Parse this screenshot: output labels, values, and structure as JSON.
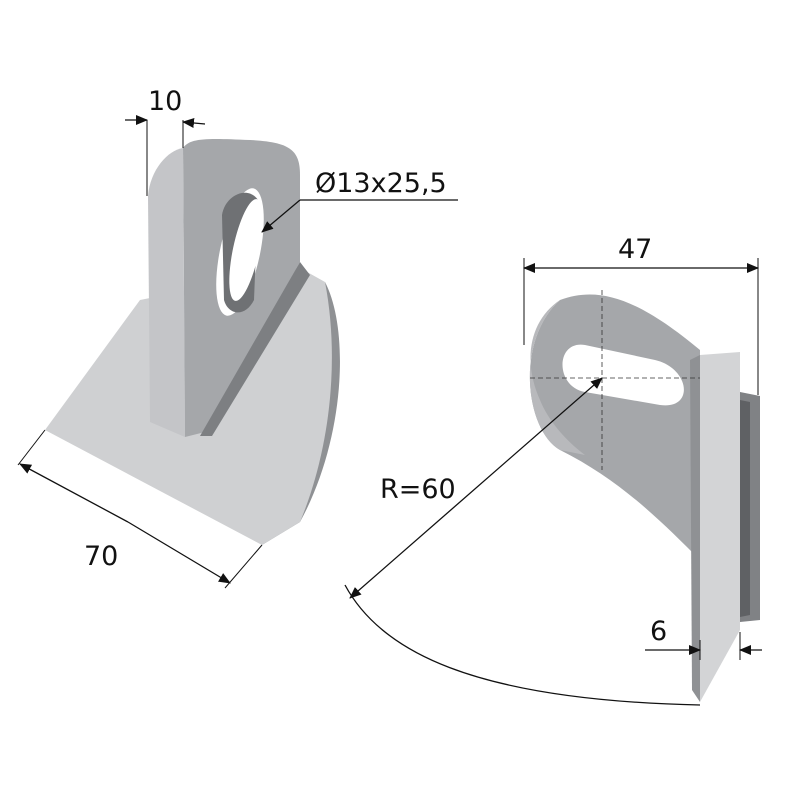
{
  "dimensions": {
    "lug_thickness": "10",
    "slot_size": "Ø13x25,5",
    "blade_width": "70",
    "bracket_width": "47",
    "radius": "R=60",
    "blade_thickness": "6"
  },
  "colors": {
    "light_face": "#d3d4d6",
    "mid_face": "#a9abae",
    "dark_face": "#808285",
    "line": "#111111"
  }
}
